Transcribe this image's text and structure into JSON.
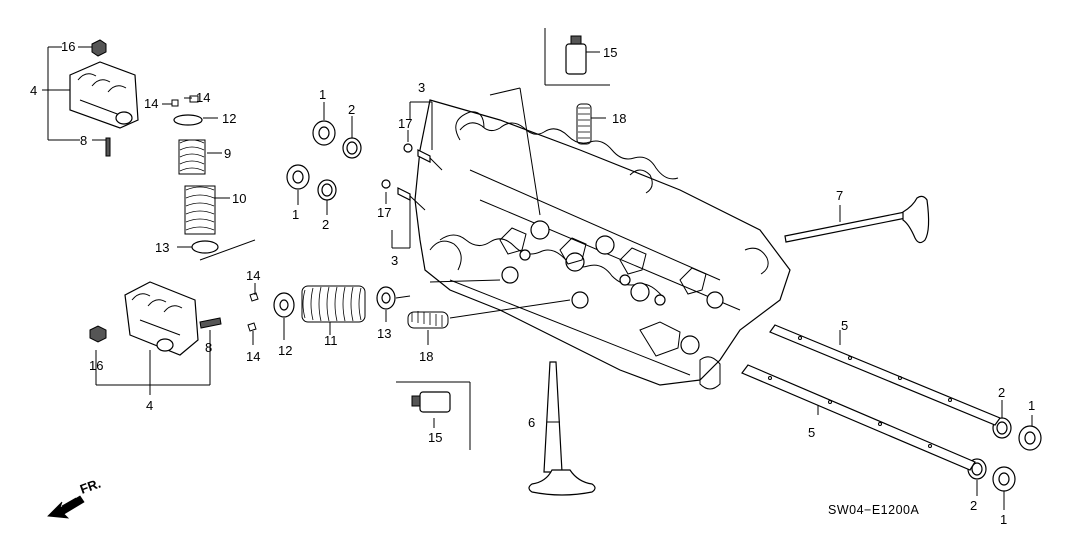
{
  "diagram_code": "SW04−E1200A",
  "front_marker": "FR.",
  "callouts": [
    "1",
    "2",
    "3",
    "4",
    "5",
    "6",
    "7",
    "8",
    "9",
    "10",
    "11",
    "12",
    "13",
    "14",
    "15",
    "16",
    "17",
    "18"
  ]
}
